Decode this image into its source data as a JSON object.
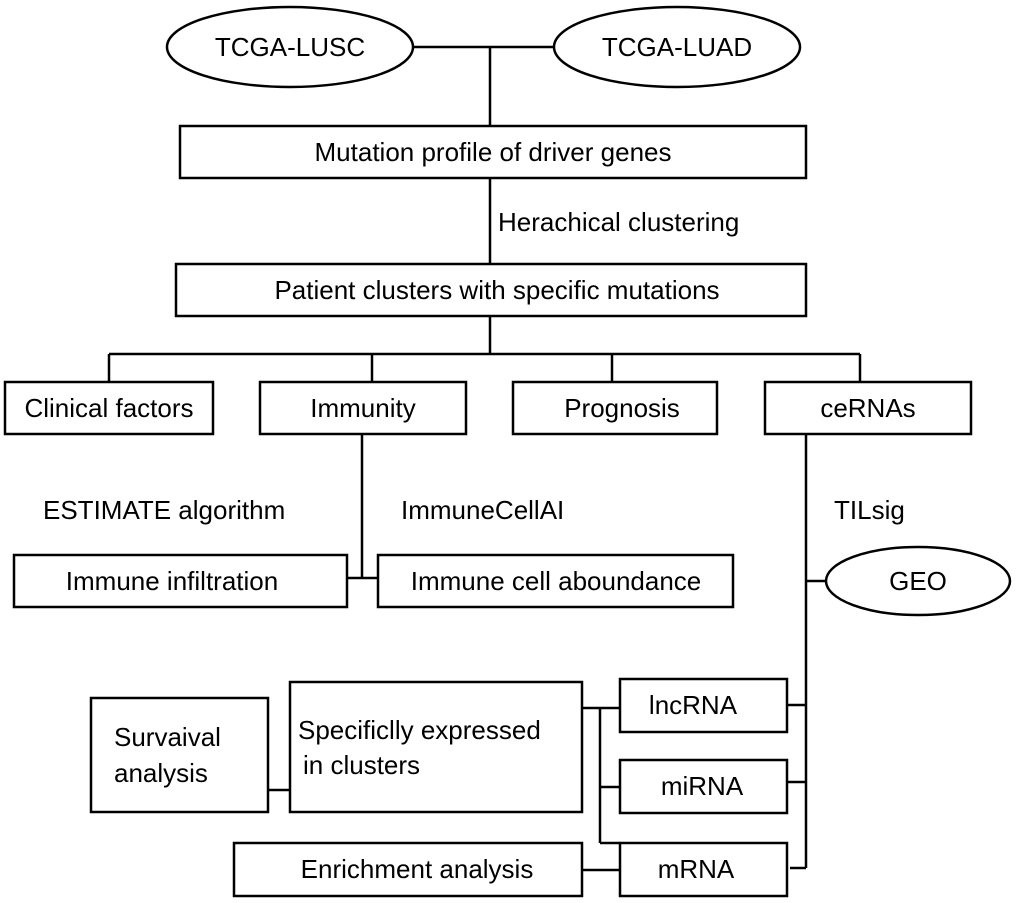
{
  "diagram": {
    "sources": {
      "lusc": "TCGA-LUSC",
      "luad": "TCGA-LUAD"
    },
    "mutation_profile": "Mutation profile of driver genes",
    "clustering_label": "Herachical clustering",
    "patient_clusters": "Patient clusters with specific mutations",
    "branches": {
      "clinical": "Clinical factors",
      "immunity": "Immunity",
      "prognosis": "Prognosis",
      "cernas": "ceRNAs"
    },
    "immunity_methods": {
      "estimate": "ESTIMATE algorithm",
      "immunecellai": "ImmuneCellAI"
    },
    "immunity_outputs": {
      "infiltration": "Immune infiltration",
      "abundance": "Immune cell aboundance"
    },
    "cerna_method": "TILsig",
    "geo": "GEO",
    "rna_types": {
      "lncrna": "lncRNA",
      "mirna": "miRNA",
      "mrna": "mRNA"
    },
    "specific_expr": {
      "line1": "Specificlly expressed",
      "line2": "in clusters"
    },
    "survival": {
      "line1": "Survaival",
      "line2": "analysis"
    },
    "enrichment": "Enrichment analysis"
  }
}
